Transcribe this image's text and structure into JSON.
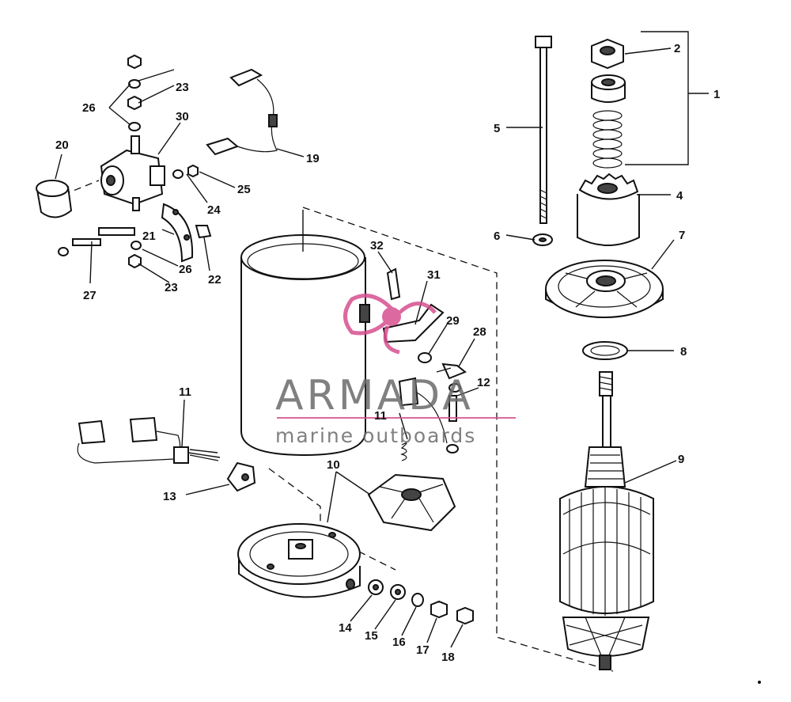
{
  "watermark": {
    "brand": "ARMADA",
    "tagline": "marine outboards",
    "logo_icon": "propeller-logo-icon",
    "accent_color": "#d64f8f",
    "text_color": "#6a6a6a"
  },
  "callouts": {
    "c1": "1",
    "c2": "2",
    "c4": "4",
    "c5": "5",
    "c6": "6",
    "c7": "7",
    "c8": "8",
    "c9": "9",
    "c10": "10",
    "c11a": "11",
    "c11b": "11",
    "c12": "12",
    "c13": "13",
    "c14": "14",
    "c15": "15",
    "c16": "16",
    "c17": "17",
    "c18": "18",
    "c19": "19",
    "c20": "20",
    "c21": "21",
    "c22": "22",
    "c23a": "23",
    "c23b": "23",
    "c24": "24",
    "c25": "25",
    "c26a": "26",
    "c26b": "26",
    "c27": "27",
    "c28": "28",
    "c29": "29",
    "c30": "30",
    "c31": "31",
    "c32": "32"
  }
}
